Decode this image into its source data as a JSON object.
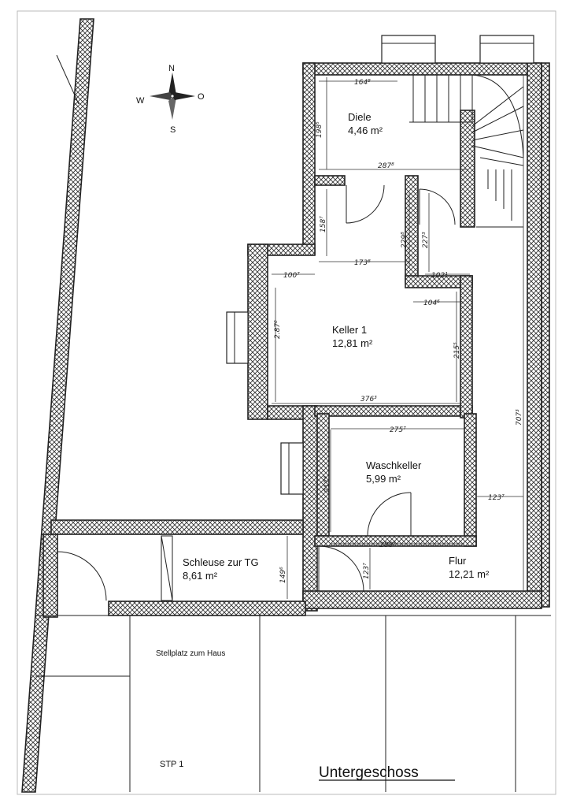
{
  "compass": {
    "north": "N",
    "south": "S",
    "west": "W",
    "east": "O"
  },
  "rooms": {
    "diele": {
      "name": "Diele",
      "area": "4,46 m²"
    },
    "keller1": {
      "name": "Keller 1",
      "area": "12,81 m²"
    },
    "waschkeller": {
      "name": "Waschkeller",
      "area": "5,99 m²"
    },
    "schleuse": {
      "name": "Schleuse zur TG",
      "area": "8,61 m²"
    },
    "flur": {
      "name": "Flur",
      "area": "12,21 m²"
    }
  },
  "parking": {
    "label": "Stellplatz zum Haus",
    "space": "STP 1"
  },
  "title": "Untergeschoss",
  "dimensions": {
    "d164": "164⁸",
    "d198": "198⁵",
    "d287": "287⁸",
    "d158": "158⁷",
    "d229": "229⁸",
    "d227": "227³",
    "d173": "173⁸",
    "d100": "100⁷",
    "d102": "102¹",
    "d104": "104⁶",
    "d287b": "2.87⁰",
    "d215": "215⁵",
    "d376": "376³",
    "d707": "707³",
    "d275": "275⁷",
    "d217": "217⁴",
    "d123a": "123⁷",
    "d288": "288³",
    "d123b": "123⁷",
    "d149": "149⁶"
  }
}
